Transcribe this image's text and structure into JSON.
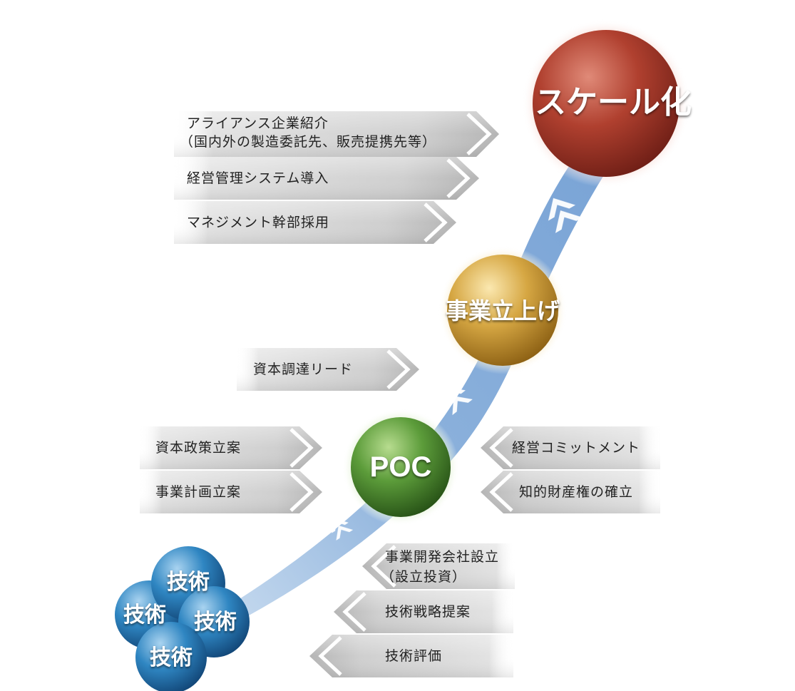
{
  "stages": {
    "scale": "スケール化",
    "launch": "事業立上げ",
    "poc": "POC",
    "tech": [
      "技術",
      "技術",
      "技術",
      "技術"
    ]
  },
  "labels": {
    "alliance_line1": "アライアンス企業紹介",
    "alliance_line2": "（国内外の製造委託先、販売提携先等）",
    "mgmt_system": "経営管理システム導入",
    "exec_hire": "マネジメント幹部採用",
    "capital_lead": "資本調達リード",
    "capital_policy": "資本政策立案",
    "business_plan": "事業計画立案",
    "mgmt_commit": "経営コミットメント",
    "ip": "知的財産権の確立",
    "company_setup_line1": "事業開発会社設立",
    "company_setup_line2": "（設立投資）",
    "tech_strategy": "技術戦略提案",
    "tech_eval": "技術評価"
  },
  "colors": {
    "path": "#8fb3dd",
    "scale": "#a8372b",
    "launch": "#d4a640",
    "poc": "#5a9a3a",
    "tech": "#2e7fb8",
    "banner": "#b9b9b9"
  }
}
